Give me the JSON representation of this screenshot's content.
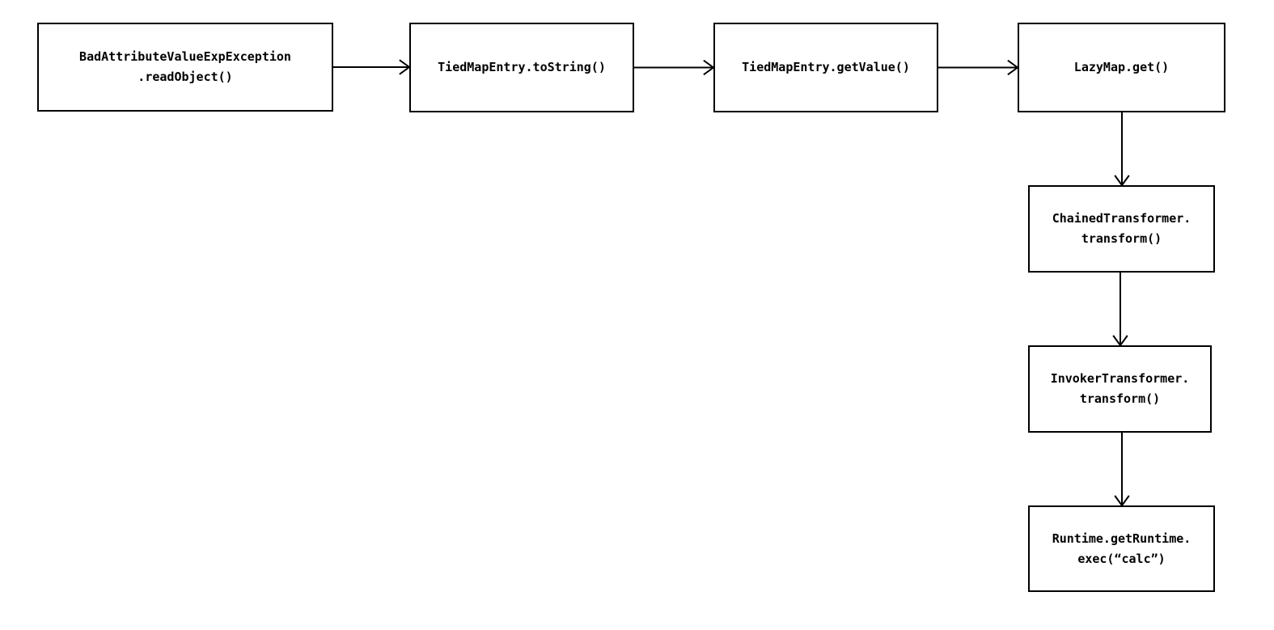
{
  "diagram": {
    "nodes": [
      {
        "id": "n1",
        "lines": [
          "BadAttributeValueExpException",
          ".readObject()"
        ]
      },
      {
        "id": "n2",
        "lines": [
          "TiedMapEntry.toString()"
        ]
      },
      {
        "id": "n3",
        "lines": [
          "TiedMapEntry.getValue()"
        ]
      },
      {
        "id": "n4",
        "lines": [
          "LazyMap.get()"
        ]
      },
      {
        "id": "n5",
        "lines": [
          "ChainedTransformer.",
          "transform()"
        ]
      },
      {
        "id": "n6",
        "lines": [
          "InvokerTransformer.",
          "transform()"
        ]
      },
      {
        "id": "n7",
        "lines": [
          "Runtime.getRuntime.",
          "exec(“calc”)"
        ]
      }
    ],
    "edges": [
      {
        "from": "n1",
        "to": "n2"
      },
      {
        "from": "n2",
        "to": "n3"
      },
      {
        "from": "n3",
        "to": "n4"
      },
      {
        "from": "n4",
        "to": "n5"
      },
      {
        "from": "n5",
        "to": "n6"
      },
      {
        "from": "n6",
        "to": "n7"
      }
    ],
    "colors": {
      "stroke": "#000000",
      "background": "#ffffff",
      "text": "#000000"
    }
  }
}
